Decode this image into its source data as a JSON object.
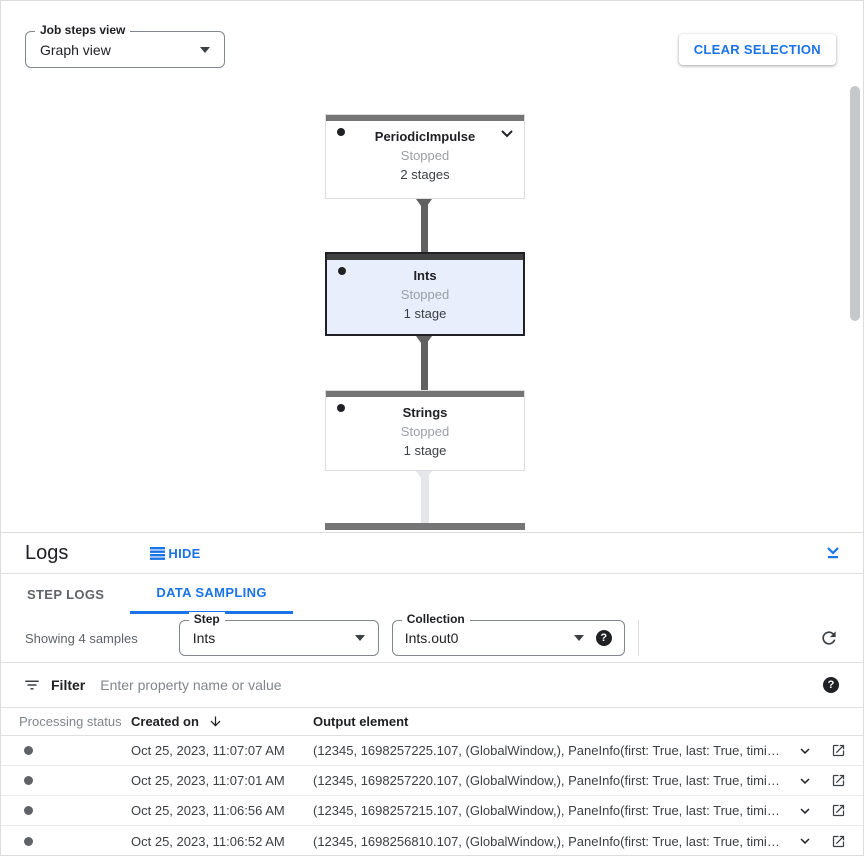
{
  "colors": {
    "accent": "#1a73e8",
    "node_bar": "#757575",
    "node_bar_selected": "#424242",
    "node_selected_bg": "#e8eefb"
  },
  "toolbar": {
    "job_steps_label": "Job steps view",
    "job_steps_value": "Graph view",
    "clear_selection_label": "CLEAR SELECTION"
  },
  "graph": {
    "nodes": [
      {
        "title": "PeriodicImpulse",
        "status": "Stopped",
        "stages": "2 stages"
      },
      {
        "title": "Ints",
        "status": "Stopped",
        "stages": "1 stage"
      },
      {
        "title": "Strings",
        "status": "Stopped",
        "stages": "1 stage"
      }
    ]
  },
  "logs_panel": {
    "title": "Logs",
    "hide_label": "HIDE",
    "tabs": [
      {
        "label": "STEP LOGS"
      },
      {
        "label": "DATA SAMPLING"
      }
    ],
    "showing_text": "Showing 4 samples",
    "step_field": {
      "label": "Step",
      "value": "Ints"
    },
    "collection_field": {
      "label": "Collection",
      "value": "Ints.out0"
    },
    "filter": {
      "label": "Filter",
      "placeholder": "Enter property name or value"
    },
    "table": {
      "headers": {
        "status": "Processing status",
        "created": "Created on",
        "output": "Output element"
      },
      "rows": [
        {
          "created": "Oct 25, 2023, 11:07:07 AM",
          "output": "(12345, 1698257225.107, (GlobalWindow,), PaneInfo(first: True, last: True, timing…"
        },
        {
          "created": "Oct 25, 2023, 11:07:01 AM",
          "output": "(12345, 1698257220.107, (GlobalWindow,), PaneInfo(first: True, last: True, timing…"
        },
        {
          "created": "Oct 25, 2023, 11:06:56 AM",
          "output": "(12345, 1698257215.107, (GlobalWindow,), PaneInfo(first: True, last: True, timing…"
        },
        {
          "created": "Oct 25, 2023, 11:06:52 AM",
          "output": "(12345, 1698256810.107, (GlobalWindow,), PaneInfo(first: True, last: True, timing…"
        }
      ]
    }
  }
}
